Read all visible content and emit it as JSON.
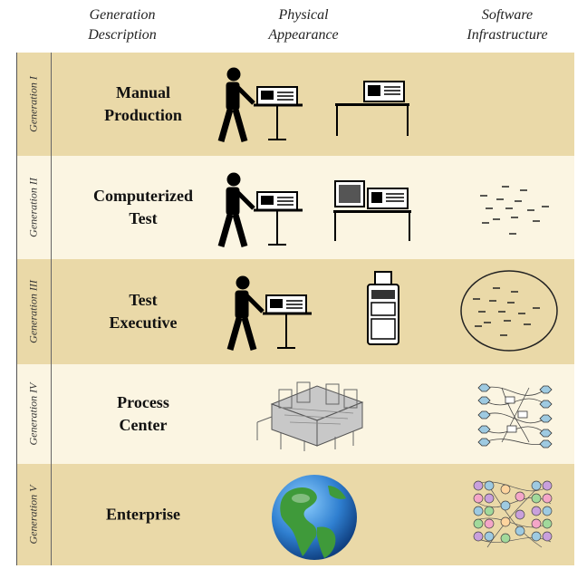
{
  "headers": {
    "description": [
      "Generation",
      "Description"
    ],
    "appearance": [
      "Physical",
      "Appearance"
    ],
    "software": [
      "Software",
      "Infrastructure"
    ]
  },
  "rows": [
    {
      "generation": "Generation I",
      "lines": [
        "Manual",
        "Production"
      ]
    },
    {
      "generation": "Generation II",
      "lines": [
        "Computerized",
        "Test"
      ]
    },
    {
      "generation": "Generation III",
      "lines": [
        "Test",
        "Executive"
      ]
    },
    {
      "generation": "Generation IV",
      "lines": [
        "Process",
        "Center"
      ]
    },
    {
      "generation": "Generation V",
      "lines": [
        "Enterprise"
      ]
    }
  ],
  "colors": {
    "band_tan": "#ead9a8",
    "band_cream": "#fbf5e2",
    "ocean": "#2f7fd0",
    "land": "#3f9a3a"
  }
}
